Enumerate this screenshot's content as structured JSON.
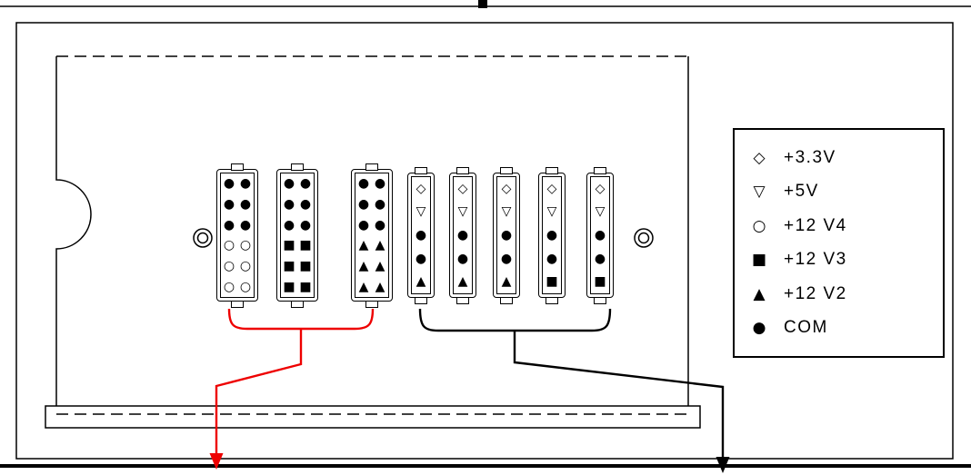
{
  "legend": {
    "items": [
      {
        "symbol": "◇",
        "label": "+3.3V",
        "rail": "3v3"
      },
      {
        "symbol": "▽",
        "label": "+5V",
        "rail": "5v"
      },
      {
        "symbol": "○",
        "label": "+12 V4",
        "rail": "12v4"
      },
      {
        "symbol": "■",
        "label": "+12 V3",
        "rail": "12v3"
      },
      {
        "symbol": "▲",
        "label": "+12 V2",
        "rail": "12v2"
      },
      {
        "symbol": "●",
        "label": "COM",
        "rail": "com"
      }
    ]
  },
  "connectors": [
    {
      "id": "connector-1",
      "columns": 2,
      "rows": [
        [
          "●",
          "●"
        ],
        [
          "●",
          "●"
        ],
        [
          "●",
          "●"
        ],
        [
          "○",
          "○"
        ],
        [
          "○",
          "○"
        ],
        [
          "○",
          "○"
        ]
      ]
    },
    {
      "id": "connector-2",
      "columns": 2,
      "rows": [
        [
          "●",
          "●"
        ],
        [
          "●",
          "●"
        ],
        [
          "●",
          "●"
        ],
        [
          "■",
          "■"
        ],
        [
          "■",
          "■"
        ],
        [
          "■",
          "■"
        ]
      ]
    },
    {
      "id": "connector-3",
      "columns": 2,
      "rows": [
        [
          "●",
          "●"
        ],
        [
          "●",
          "●"
        ],
        [
          "●",
          "●"
        ],
        [
          "▲",
          "▲"
        ],
        [
          "▲",
          "▲"
        ],
        [
          "▲",
          "▲"
        ]
      ]
    },
    {
      "id": "connector-4",
      "columns": 1,
      "rows": [
        [
          "◇"
        ],
        [
          "▽"
        ],
        [
          "●"
        ],
        [
          "●"
        ],
        [
          "▲"
        ]
      ]
    },
    {
      "id": "connector-5",
      "columns": 1,
      "rows": [
        [
          "◇"
        ],
        [
          "▽"
        ],
        [
          "●"
        ],
        [
          "●"
        ],
        [
          "▲"
        ]
      ]
    },
    {
      "id": "connector-6",
      "columns": 1,
      "rows": [
        [
          "◇"
        ],
        [
          "▽"
        ],
        [
          "●"
        ],
        [
          "●"
        ],
        [
          "▲"
        ]
      ]
    },
    {
      "id": "connector-7",
      "columns": 1,
      "rows": [
        [
          "◇"
        ],
        [
          "▽"
        ],
        [
          "●"
        ],
        [
          "●"
        ],
        [
          "■"
        ]
      ]
    },
    {
      "id": "connector-8",
      "columns": 1,
      "rows": [
        [
          "◇"
        ],
        [
          "▽"
        ],
        [
          "●"
        ],
        [
          "●"
        ],
        [
          "■"
        ]
      ]
    }
  ],
  "wires": {
    "left_group_color": "#ee0000",
    "right_group_color": "#000000"
  }
}
